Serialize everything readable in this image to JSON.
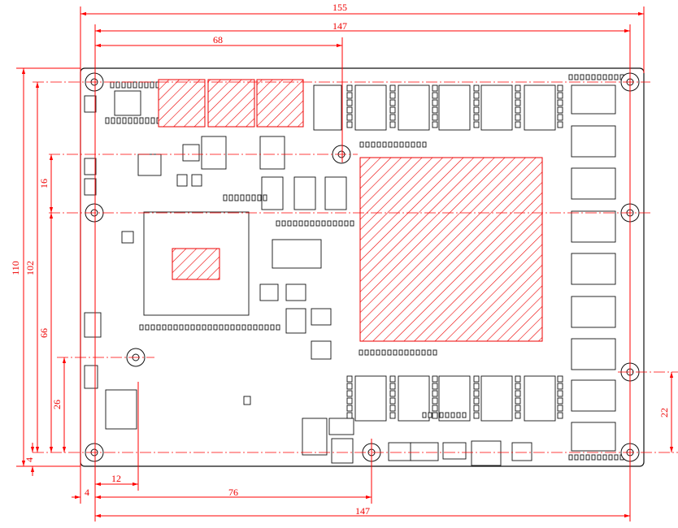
{
  "drawing": {
    "dimensions": {
      "overall_width": "155",
      "hole_span_top": "147",
      "hole_to_center_hole": "68",
      "overall_height": "110",
      "hole_span_vertical": "102",
      "center_hole_offset": "16",
      "left_mid_hole_offset": "66",
      "lower_hole_offset": "26",
      "bottom_edge_offset": "4",
      "lower_hole_x": "12",
      "left_edge_offset": "4",
      "bottom_center_hole_x": "76",
      "hole_span_bottom": "147",
      "right_hole_spacing": "22"
    },
    "colors": {
      "dimension": "#ff0000",
      "outline": "#111111"
    }
  }
}
